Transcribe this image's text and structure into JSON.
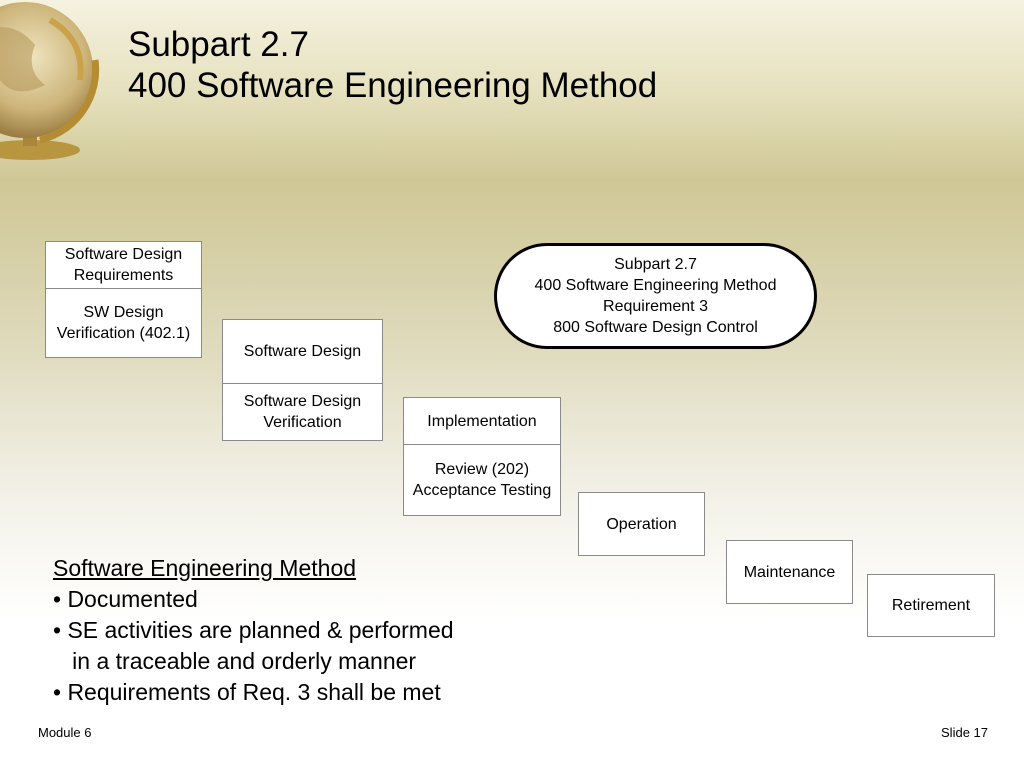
{
  "slide": {
    "title_line1": "Subpart 2.7",
    "title_line2": "400 Software Engineering Method",
    "footer_left": "Module 6",
    "footer_right": "Slide 17"
  },
  "stages": {
    "requirements": {
      "top": "Software Design Requirements",
      "bottom": "SW Design Verification (402.1)"
    },
    "design": {
      "top": "Software Design",
      "bottom": "Software Design Verification"
    },
    "implementation": {
      "top": "Implementation",
      "bottom": "Review (202) Acceptance Testing"
    },
    "operation": "Operation",
    "maintenance": "Maintenance",
    "retirement": "Retirement"
  },
  "callout": {
    "line1": "Subpart 2.7",
    "line2": "400 Software Engineering Method",
    "line3": "Requirement 3",
    "line4": "800 Software Design Control"
  },
  "summary": {
    "heading": "Software Engineering Method",
    "bullet1": "• Documented",
    "bullet2a": "• SE activities are planned & performed",
    "bullet2b": "   in a traceable and orderly manner",
    "bullet3": "• Requirements of Req. 3 shall be met"
  },
  "colors": {
    "background_top": "#f5f2e0",
    "background_band": "#cfc795",
    "box_border": "#8a8a8a"
  },
  "icons": {
    "globe": "globe-icon"
  }
}
